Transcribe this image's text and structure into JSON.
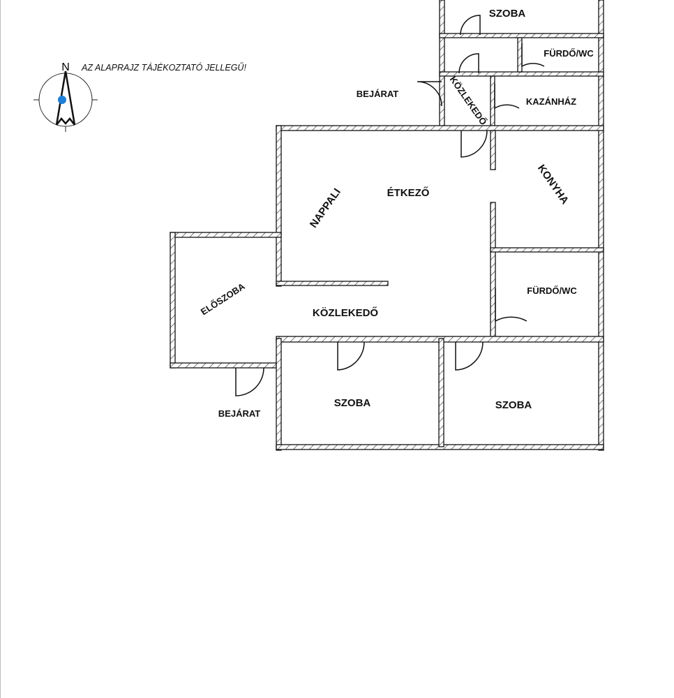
{
  "note": "AZ ALAPRAJZ TÁJÉKOZTATÓ JELLEGŰ!",
  "compass": {
    "north_label": "N",
    "marker_color": "#1e7fd8"
  },
  "rooms": {
    "szoba_top": "SZOBA",
    "furdo_top": "FÜRDŐ/WC",
    "kozlekedo_top": "KÖZLEKEDŐ",
    "kazanhaz": "KAZÁNHÁZ",
    "bejarat_top": "BEJÁRAT",
    "etkezo": "ÉTKEZŐ",
    "nappali": "NAPPALI",
    "konyha": "KONYHA",
    "eloszoba": "ELŐSZOBA",
    "kozlekedo": "KÖZLEKEDŐ",
    "furdo": "FÜRDŐ/WC",
    "szoba_left": "SZOBA",
    "szoba_right": "SZOBA",
    "bejarat_bottom": "BEJÁRAT"
  }
}
